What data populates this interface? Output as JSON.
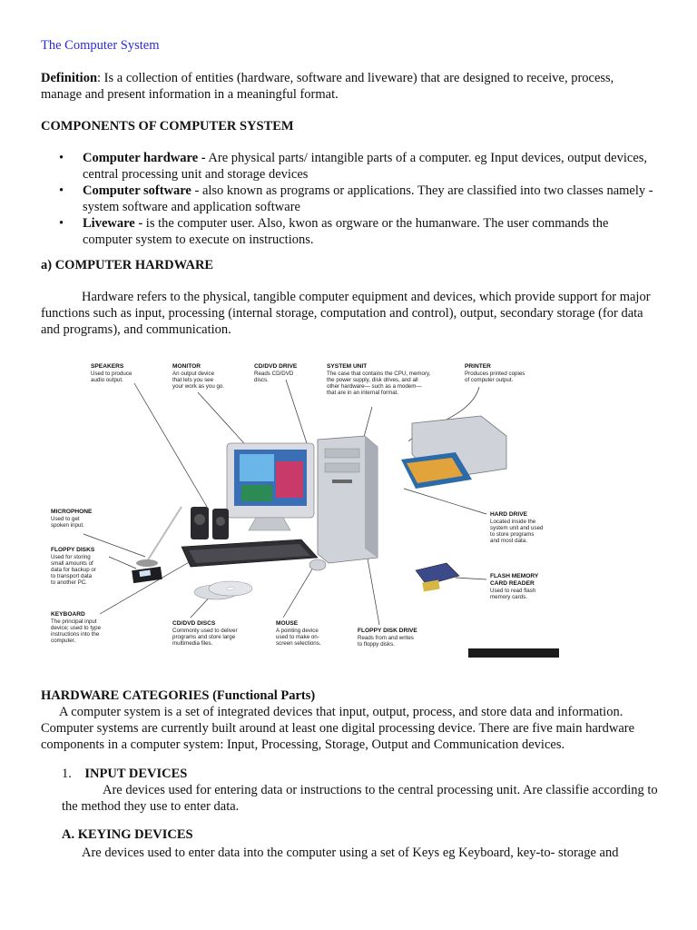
{
  "doc": {
    "title": "The Computer System",
    "definition": {
      "label": "Definition",
      "text": ": Is a collection of entities (hardware, software and liveware) that are designed to receive, process, manage and present information in a meaningful format."
    },
    "components_heading": "COMPONENTS OF COMPUTER SYSTEM",
    "components": [
      {
        "term": "Computer hardware -",
        "text": " Are physical parts/ intangible parts of a computer. eg Input devices, output devices, central processing unit and storage devices"
      },
      {
        "term": "Computer software",
        "text": " - also known as programs or applications. They are classified into two classes namely - system software and application software"
      },
      {
        "term": "Liveware -",
        "text": " is the computer user. Also, kwon as orgware or the humanware. The user commands the computer system to execute on instructions."
      }
    ],
    "hardware_heading": "a) COMPUTER HARDWARE",
    "hardware_paragraph": "Hardware refers to the physical, tangible computer equipment and devices, which provide support for major functions such as input, processing (internal storage, computation and control), output, secondary storage (for data and programs), and communication.",
    "figure": {
      "labels": [
        {
          "key": "speakers",
          "title": "SPEAKERS",
          "lines": [
            "Used to produce",
            "audio output."
          ]
        },
        {
          "key": "monitor",
          "title": "MONITOR",
          "lines": [
            "An output device",
            "that lets you see",
            "your work as you go."
          ]
        },
        {
          "key": "cddrive",
          "title": "CD/DVD DRIVE",
          "lines": [
            "Reads CD/DVD",
            "discs."
          ]
        },
        {
          "key": "sysunit",
          "title": "SYSTEM UNIT",
          "lines": [
            "The case that contains the CPU, memory,",
            "the power supply, disk drives, and all",
            "other hardware— such as a modem—",
            "that are in an internal format."
          ]
        },
        {
          "key": "printer",
          "title": "PRINTER",
          "lines": [
            "Produces printed copies",
            "of computer output."
          ]
        },
        {
          "key": "microphone",
          "title": "MICROPHONE",
          "lines": [
            "Used to get",
            "spoken input."
          ]
        },
        {
          "key": "floppy",
          "title": "FLOPPY DISKS",
          "lines": [
            "Used for storing",
            "small amounts of",
            "data for backup or",
            "to transport data",
            "to another PC."
          ]
        },
        {
          "key": "keyboard",
          "title": "KEYBOARD",
          "lines": [
            "The principal input",
            "device; used to type",
            "instructions into the",
            "computer."
          ]
        },
        {
          "key": "discs",
          "title": "CD/DVD DISCS",
          "lines": [
            "Commonly used to deliver",
            "programs and store large",
            "multimedia files."
          ]
        },
        {
          "key": "mouse",
          "title": "MOUSE",
          "lines": [
            "A pointing device",
            "used to make on-",
            "screen selections."
          ]
        },
        {
          "key": "fdd",
          "title": "FLOPPY DISK DRIVE",
          "lines": [
            "Reads from and writes",
            "to floppy disks."
          ]
        },
        {
          "key": "harddrive",
          "title": "HARD DRIVE",
          "lines": [
            "Located inside the",
            "system unit and used",
            "to store programs",
            "and most data."
          ]
        },
        {
          "key": "flash",
          "title": "FLASH MEMORY",
          "title2": "CARD READER",
          "lines": [
            "Used to read flash",
            "memory cards."
          ]
        }
      ]
    },
    "categories_heading": "HARDWARE CATEGORIES (Functional Parts)",
    "categories_paragraph": "A computer system is a set of integrated devices that input, output, process, and store data and information. Computer systems are currently built around at least one digital processing device. There are five main hardware components in a computer system: Input, Processing, Storage, Output and Communication devices.",
    "input_number": "1.",
    "input_heading": "INPUT DEVICES",
    "input_paragraph": "Are devices used for entering data or instructions to the central processing unit. Are classifie according to the method they use to enter data.",
    "keying_heading": "A. KEYING DEVICES",
    "keying_paragraph": "Are devices used to enter data into the computer using a set of Keys eg Keyboard, key-to- storage and"
  }
}
